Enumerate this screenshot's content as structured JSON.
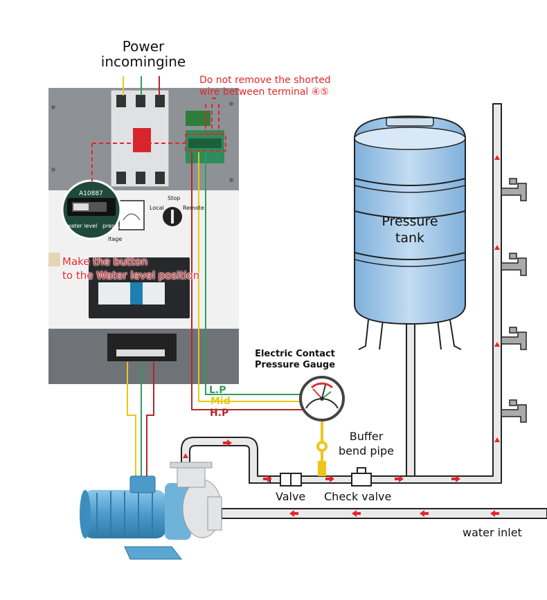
{
  "labels": {
    "power_title": "Power\nincomingine",
    "warning_shorted": "Do not remove the shorted\nwire between terminal ④⑤",
    "warning_button": "Make the button\nto the Water level position",
    "gauge_title": "Electric Contact\nPressure Gauge",
    "tank": "Pressure\ntank",
    "lp": "L.P",
    "mid": "Mid",
    "hp": "H.P",
    "buffer": "Buffer\nbend pipe",
    "valve": "Valve",
    "check_valve": "Check valve",
    "water_inlet": "water inlet"
  },
  "panel_text": {
    "switch_code": "A10887",
    "water_level": "water level",
    "pressure": "pressure",
    "stop": "Stop",
    "local": "Local",
    "remote": "Remote",
    "voltage": "ltage"
  },
  "colors": {
    "warning": "#e3262b",
    "wire_yellow": "#e8c81a",
    "wire_green": "#2e9d5a",
    "wire_red": "#b2262a",
    "pipe_fill": "#e9e9e9",
    "tank_blue": "#9cc3e6",
    "pump_blue": "#5aa7d3"
  }
}
